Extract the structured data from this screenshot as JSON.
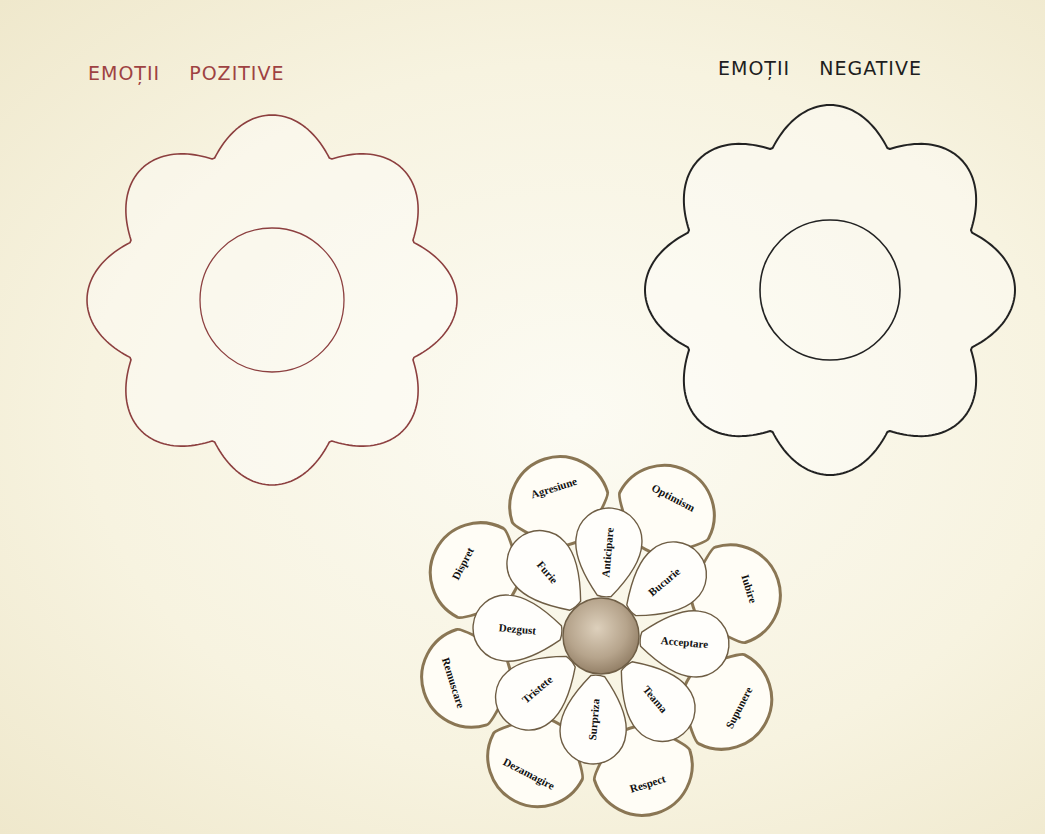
{
  "diagram": {
    "nodes": [
      {
        "text": [
          "EMOȚII POZITIVE"
        ]
      },
      {
        "text": [
          "EMOȚII NEGATIVE"
        ]
      },
      {
        "text": [
          "Agresiune"
        ]
      },
      {
        "text": [
          "Optimism"
        ]
      },
      {
        "text": [
          "Iubire"
        ]
      },
      {
        "text": [
          "Supunere"
        ]
      },
      {
        "text": [
          "Respect"
        ]
      },
      {
        "text": [
          "Dezamagire"
        ]
      },
      {
        "text": [
          "Remuscare"
        ]
      },
      {
        "text": [
          "Dispret"
        ]
      },
      {
        "text": [
          "Anticipare"
        ]
      },
      {
        "text": [
          "Bucurie"
        ]
      },
      {
        "text": [
          "Acceptare"
        ]
      },
      {
        "text": [
          "Teama"
        ]
      },
      {
        "text": [
          "Surpriza"
        ]
      },
      {
        "text": [
          "Tristete"
        ]
      },
      {
        "text": [
          "Dezgust"
        ]
      },
      {
        "text": [
          "Furie"
        ]
      }
    ]
  }
}
